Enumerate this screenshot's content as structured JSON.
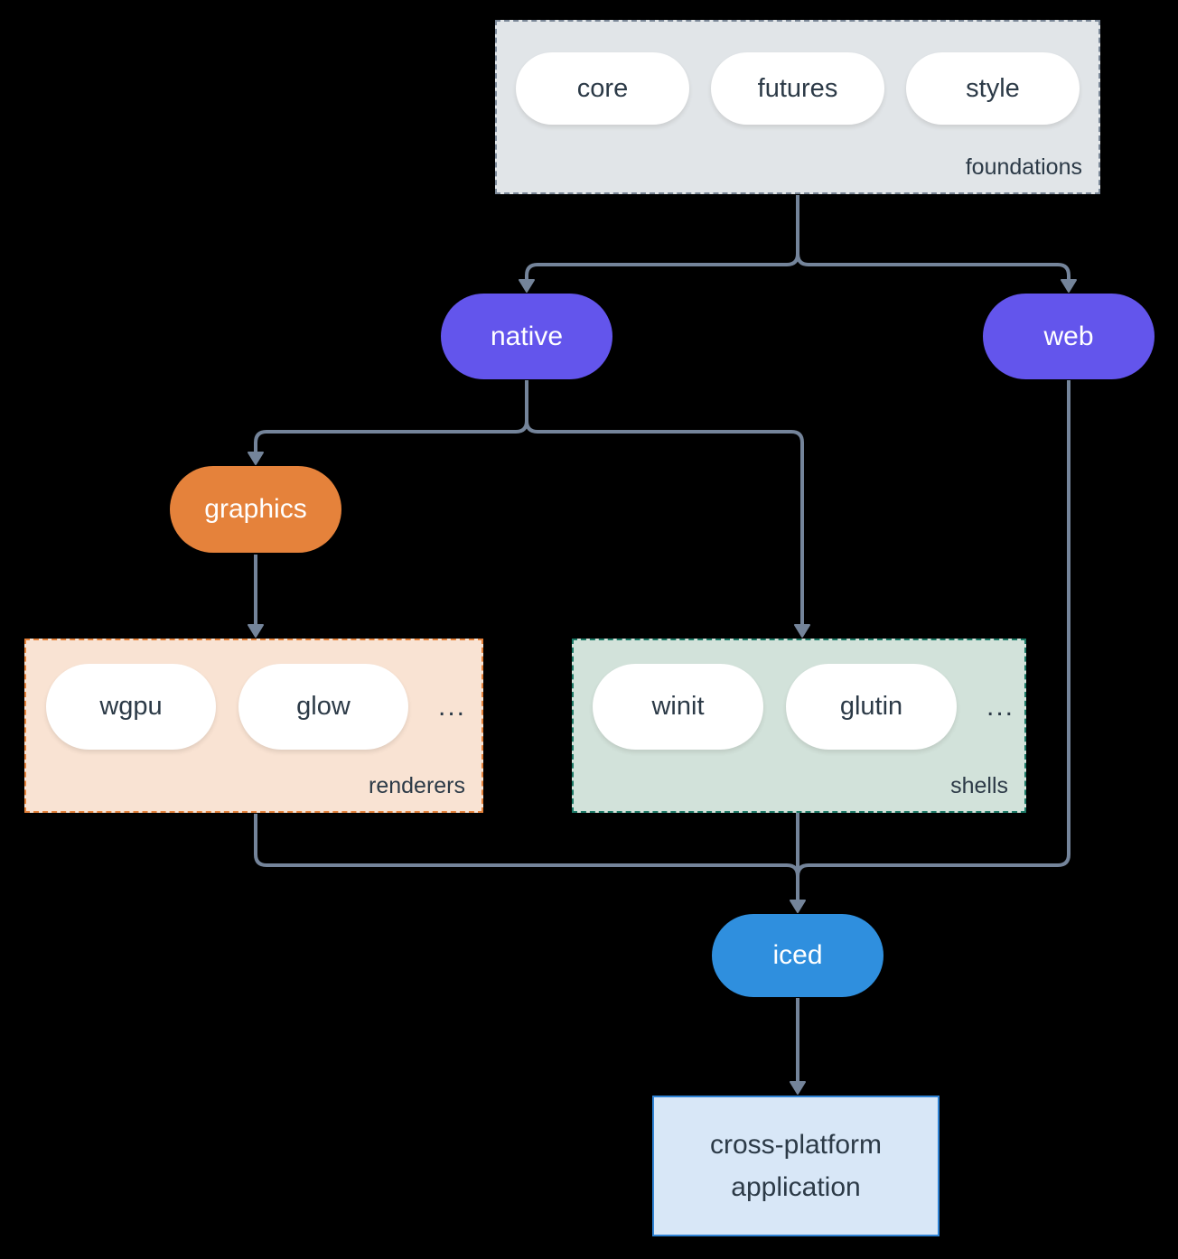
{
  "colors": {
    "background": "#000000",
    "arrow": "#74849a",
    "dark_text": "#2c3a47",
    "purple_node": "#6355ec",
    "orange_node": "#e5823b",
    "blue_node": "#2f8fde",
    "foundations_fill": "#e1e5e8",
    "foundations_border": "#7b8898",
    "renderers_fill": "#f9e3d3",
    "renderers_border": "#e5823b",
    "shells_fill": "#d2e2da",
    "shells_border": "#1d7a67",
    "application_fill": "#d8e7f7",
    "application_border": "#2e82d4"
  },
  "foundations": {
    "label": "foundations",
    "pills": [
      "core",
      "futures",
      "style"
    ]
  },
  "native": {
    "label": "native"
  },
  "web": {
    "label": "web"
  },
  "graphics": {
    "label": "graphics"
  },
  "renderers": {
    "label": "renderers",
    "pills": [
      "wgpu",
      "glow"
    ],
    "ellipsis": "..."
  },
  "shells": {
    "label": "shells",
    "pills": [
      "winit",
      "glutin"
    ],
    "ellipsis": "..."
  },
  "iced": {
    "label": "iced"
  },
  "application": {
    "lines": [
      "cross-platform",
      "application"
    ]
  }
}
